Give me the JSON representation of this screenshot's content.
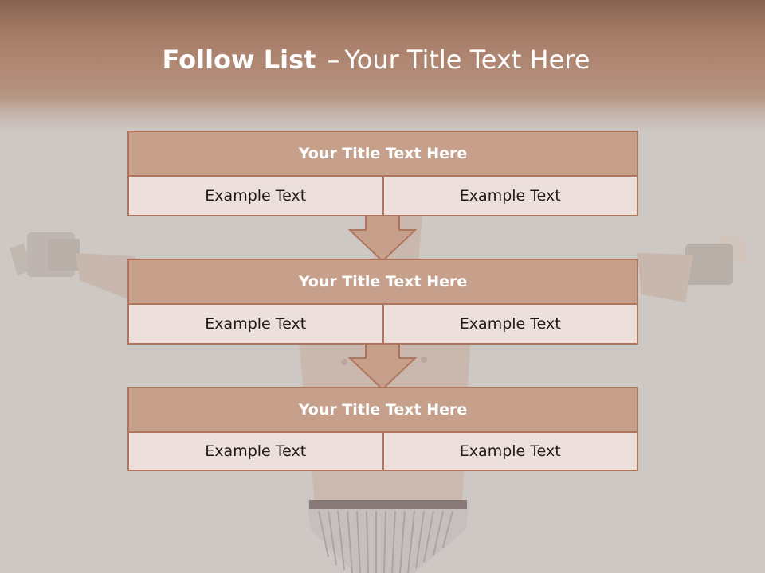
{
  "slide": {
    "title_bold": "Follow List",
    "title_dash": "–",
    "title_rest": "Your Title Text Here"
  },
  "boxes": [
    {
      "title": "Your Title Text Here",
      "left": "Example Text",
      "right": "Example Text"
    },
    {
      "title": "Your Title Text Here",
      "left": "Example Text",
      "right": "Example Text"
    },
    {
      "title": "Your Title Text Here",
      "left": "Example Text",
      "right": "Example Text"
    }
  ],
  "colors": {
    "header_brown": "#a47b66",
    "box_title_fill": "#c7a08c",
    "box_border": "#b0765d",
    "cell_fill": "#ede0dc",
    "background": "#cdc8c4"
  }
}
